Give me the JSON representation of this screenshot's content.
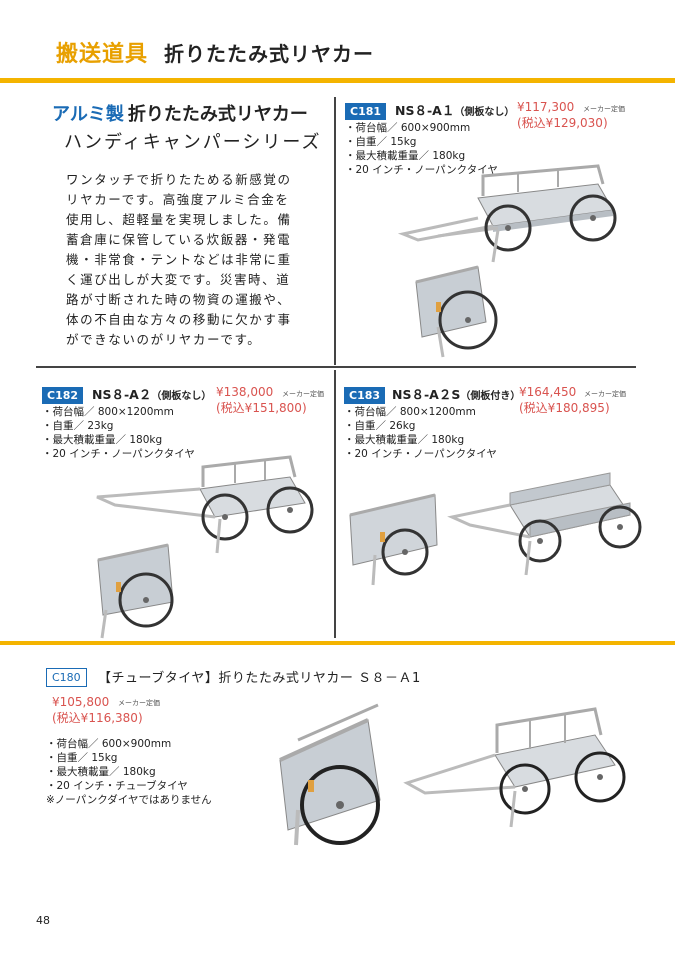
{
  "header": {
    "category": "搬送道具",
    "title": "折りたたみ式リヤカー"
  },
  "series": {
    "title_blue": "アルミ製",
    "title_dark": "折りたたみ式リヤカー",
    "subtitle": "ハンディキャンパーシリーズ",
    "intro": [
      "ワンタッチで折りたためる新感覚の",
      "リヤカーです。高強度アルミ合金を",
      "使用し、超軽量を実現しました。備",
      "蓄倉庫に保管している炊飯器・発電",
      "機・非常食・テントなどは非常に重",
      "く運び出しが大変です。災害時、道",
      "路が寸断された時の物資の運搬や、",
      "体の不自由な方々の移動に欠かす事",
      "ができないのがリヤカーです。"
    ]
  },
  "maker_label": "メーカー定価",
  "products": {
    "c181": {
      "code": "C181",
      "model": "NS８-A１",
      "variant": "（側板なし）",
      "price": "¥117,300",
      "price_tax": "(税込¥129,030)",
      "specs": [
        "・荷台幅／ 600×900mm",
        "・自重／ 15kg",
        "・最大積載重量／ 180kg",
        "・20 インチ・ノーパンクタイヤ"
      ]
    },
    "c182": {
      "code": "C182",
      "model": "NS８-A２",
      "variant": "（側板なし）",
      "price": "¥138,000",
      "price_tax": "(税込¥151,800)",
      "specs": [
        "・荷台幅／ 800×1200mm",
        "・自重／ 23kg",
        "・最大積載重量／ 180kg",
        "・20 インチ・ノーパンクタイヤ"
      ]
    },
    "c183": {
      "code": "C183",
      "model": "NS８-A２S",
      "variant": "（側板付き）",
      "price": "¥164,450",
      "price_tax": "(税込¥180,895)",
      "specs": [
        "・荷台幅／ 800×1200mm",
        "・自重／ 26kg",
        "・最大積載重量／ 180kg",
        "・20 インチ・ノーパンクタイヤ"
      ]
    },
    "c180": {
      "code": "C180",
      "title": "【チューブタイヤ】折りたたみ式リヤカー Ｓ８－Ａ1",
      "price": "¥105,800",
      "price_tax": "(税込¥116,380)",
      "specs": [
        "・荷台幅／ 600×900mm",
        "・自重／ 15kg",
        "・最大積載量／ 180kg",
        "・20 インチ・チューブタイヤ",
        "※ノーパンクダイヤではありません"
      ]
    }
  },
  "page_number": "48"
}
